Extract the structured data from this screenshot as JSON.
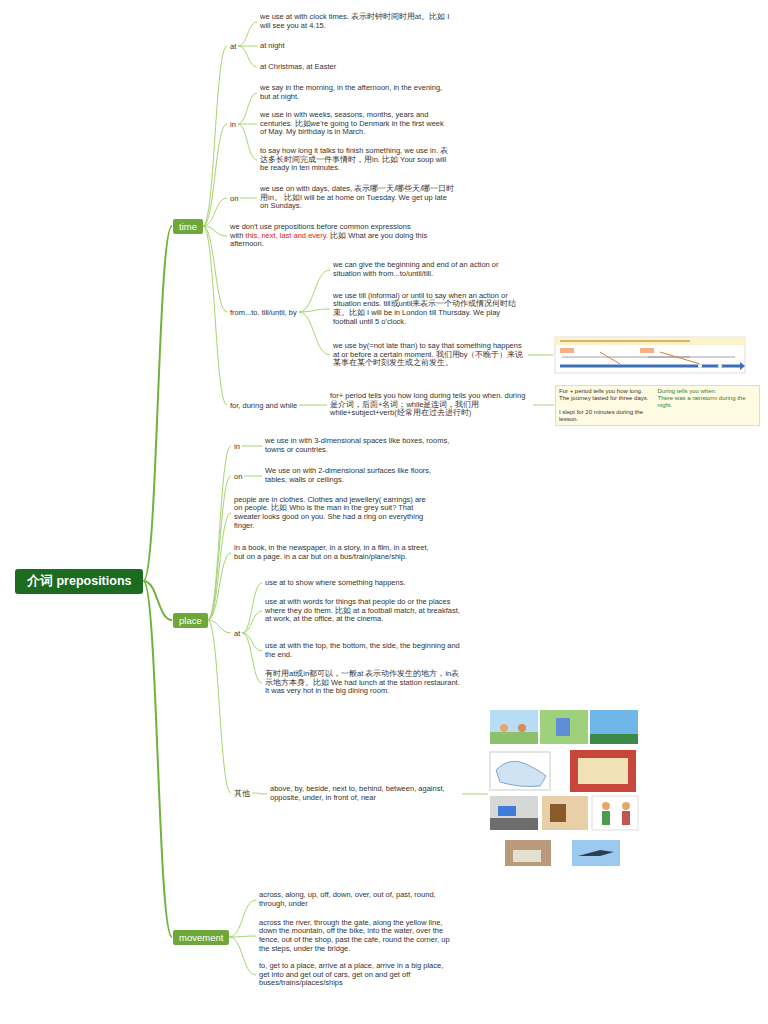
{
  "diagram": {
    "nodes": [
      {
        "text": [
          "介词 prepositions"
        ]
      },
      {
        "text": [
          "time"
        ]
      },
      {
        "text": [
          "at"
        ]
      },
      {
        "text": [
          "we use at with clock times. 表示时钟时间时用at。比如 I will see you at 4.15."
        ]
      },
      {
        "text": [
          "at night"
        ]
      },
      {
        "text": [
          "at Christmas, at Easter"
        ]
      },
      {
        "text": [
          "in"
        ]
      },
      {
        "text": [
          "we say in the morning, in the afternoon, in the evening, but at night."
        ]
      },
      {
        "text": [
          "we use in with weeks, seasons, months, years and centuries. 比如we're going to Denmark in the first week of May. My birthday is in March."
        ]
      },
      {
        "text": [
          "to say how long it talks to finish something, we use in. 表达多长时间完成一件事情时，用in. 比如 Your soup will be ready in ten minutes."
        ]
      },
      {
        "text": [
          "on"
        ]
      },
      {
        "text": [
          "we use on with days, dates, 表示哪一天/哪些天/哪一日时用in。 比如I will be at home on Tuesday. We get up late on Sundays."
        ]
      },
      {
        "text": [
          "we don't use prepositions before common expressions with",
          "this, next, last and every.",
          "比如 What are you doing this afternoon."
        ]
      },
      {
        "text": [
          "from...to. till/until, by"
        ]
      },
      {
        "text": [
          "we can give the beginning and end of an action or situation with from...to/until/till."
        ]
      },
      {
        "text": [
          "we use till (informal) or until to say when an action or situation ends. till或until来表示一个动作或情况何时结束。比如 I will be in London till Thursday. We play football until 5 o'clock."
        ]
      },
      {
        "text": [
          "we use by(=not late than) to say that something happens at or before a certain moment. 我们用by（不晚于）来说某事在某个时刻发生或之前发生。"
        ]
      },
      {
        "text": [
          "for, during and while"
        ]
      },
      {
        "text": [
          "for+ period tells you how long during tells you when. during是介词，后面+名词；while是连词，我们用while+subject+verb(经常用在过去进行时)"
        ]
      },
      {
        "text": [
          "For + period tells you how long.",
          "During tells you when.",
          "The journey lasted for three days.",
          "There was a rainstorm during the night.",
          "I slept for 20 minutes during the lesson."
        ]
      },
      {
        "text": [
          "place"
        ]
      },
      {
        "text": [
          "in"
        ]
      },
      {
        "text": [
          "we use in with 3-dimensional spaces like boxes, rooms, towns or countries."
        ]
      },
      {
        "text": [
          "on"
        ]
      },
      {
        "text": [
          "We use on with 2-dimensional surfaces like floors, tables, walls or ceilings."
        ]
      },
      {
        "text": [
          "people are in clothes. Clothes and jewellery( earrings) are on people. 比如 Who is the man in the grey suit? That sweater looks good on you. She had a ring on everything finger."
        ]
      },
      {
        "text": [
          "in a book, in the newspaper, in a story, in a film, in a street, but on a page. in a car but on a bus/train/plane/ship."
        ]
      },
      {
        "text": [
          "at"
        ]
      },
      {
        "text": [
          "use at to show where something happens."
        ]
      },
      {
        "text": [
          "use at with words for things that people do or the places where they do them. 比如 at a football match, at breakfast, at work, at the office, at the cinema."
        ]
      },
      {
        "text": [
          "use at with the top, the bottom, the side, the beginning and the end."
        ]
      },
      {
        "text": [
          "有时用at或in都可以，一般at 表示动作发生的地方，in表示地方本身。比如 We had lunch at the station restaurant. It was very hot in the big dining room."
        ]
      },
      {
        "text": [
          "其他"
        ]
      },
      {
        "text": [
          "above, by, beside, next to, behind, between, against, opposite, under, in front of, near"
        ]
      },
      {
        "text": [
          "movement"
        ]
      },
      {
        "text": [
          "across, along, up, off, down, over, out of, past, round, through, under"
        ]
      },
      {
        "text": [
          "across the river, through the gate, along the yellow line, down the mountain, off the bike, into the water, over the fence, out of the shop, past the cafe, round the corner, up the steps, under the bridge."
        ]
      },
      {
        "text": [
          "to, get to a place, arrive at a place, arrive in a big place, get into and get out of cars, get on and get off buses/trains/places/ships"
        ]
      }
    ],
    "edges": [
      {
        "from": 0,
        "to": 1,
        "arrow": "none"
      },
      {
        "from": 0,
        "to": 20,
        "arrow": "none"
      },
      {
        "from": 0,
        "to": 34,
        "arrow": "none"
      },
      {
        "from": 1,
        "to": 2,
        "arrow": "none"
      },
      {
        "from": 1,
        "to": 6,
        "arrow": "none"
      },
      {
        "from": 1,
        "to": 10,
        "arrow": "none"
      },
      {
        "from": 1,
        "to": 12,
        "arrow": "none"
      },
      {
        "from": 1,
        "to": 13,
        "arrow": "none"
      },
      {
        "from": 1,
        "to": 17,
        "arrow": "none"
      },
      {
        "from": 2,
        "to": 3,
        "arrow": "none"
      },
      {
        "from": 2,
        "to": 4,
        "arrow": "none"
      },
      {
        "from": 2,
        "to": 5,
        "arrow": "none"
      },
      {
        "from": 6,
        "to": 7,
        "arrow": "none"
      },
      {
        "from": 6,
        "to": 8,
        "arrow": "none"
      },
      {
        "from": 6,
        "to": 9,
        "arrow": "none"
      },
      {
        "from": 10,
        "to": 11,
        "arrow": "none"
      },
      {
        "from": 13,
        "to": 14,
        "arrow": "none"
      },
      {
        "from": 13,
        "to": 15,
        "arrow": "none"
      },
      {
        "from": 13,
        "to": 16,
        "arrow": "none"
      },
      {
        "from": 17,
        "to": 18,
        "arrow": "none"
      },
      {
        "from": 18,
        "to": 19,
        "arrow": "none"
      },
      {
        "from": 20,
        "to": 21,
        "arrow": "none"
      },
      {
        "from": 20,
        "to": 23,
        "arrow": "none"
      },
      {
        "from": 20,
        "to": 25,
        "arrow": "none"
      },
      {
        "from": 20,
        "to": 26,
        "arrow": "none"
      },
      {
        "from": 20,
        "to": 27,
        "arrow": "none"
      },
      {
        "from": 20,
        "to": 32,
        "arrow": "none"
      },
      {
        "from": 21,
        "to": 22,
        "arrow": "none"
      },
      {
        "from": 23,
        "to": 24,
        "arrow": "none"
      },
      {
        "from": 27,
        "to": 28,
        "arrow": "none"
      },
      {
        "from": 27,
        "to": 29,
        "arrow": "none"
      },
      {
        "from": 27,
        "to": 30,
        "arrow": "none"
      },
      {
        "from": 27,
        "to": 31,
        "arrow": "none"
      },
      {
        "from": 32,
        "to": 33,
        "arrow": "none"
      },
      {
        "from": 34,
        "to": 35,
        "arrow": "none"
      },
      {
        "from": 34,
        "to": 36,
        "arrow": "none"
      },
      {
        "from": 34,
        "to": 37,
        "arrow": "none"
      }
    ]
  }
}
